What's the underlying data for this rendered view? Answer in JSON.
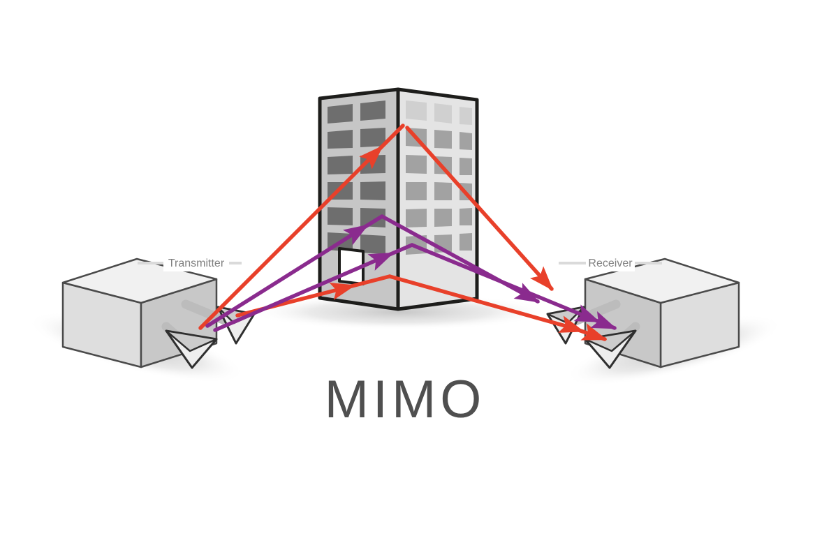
{
  "title": "MIMO",
  "labels": {
    "transmitter": "Transmitter",
    "receiver": "Receiver"
  },
  "diagram": {
    "type": "mimo-multipath-illustration",
    "description": "Transmitter and receiver units with dual horn antennas exchange multiple signal paths that reflect off a central building",
    "signal_paths": [
      {
        "id": "red-1",
        "color_name": "red"
      },
      {
        "id": "red-2",
        "color_name": "red"
      },
      {
        "id": "purple-1",
        "color_name": "purple"
      },
      {
        "id": "purple-2",
        "color_name": "purple"
      }
    ]
  },
  "colors": {
    "signal_red": "#e8402a",
    "signal_purple": "#8a2b8e",
    "building_left_face": "#c6c6c6",
    "building_right_face": "#e4e4e4",
    "window_dark": "#6e6e6e",
    "window_medium": "#a2a2a2",
    "window_light": "#d0d0d0",
    "outline": "#1d1d1b",
    "box_top": "#f1f1f1",
    "box_light": "#dedede",
    "box_dark": "#c8c8c8",
    "label_text": "#7f7f7f",
    "title_text": "#4f4f4f"
  }
}
